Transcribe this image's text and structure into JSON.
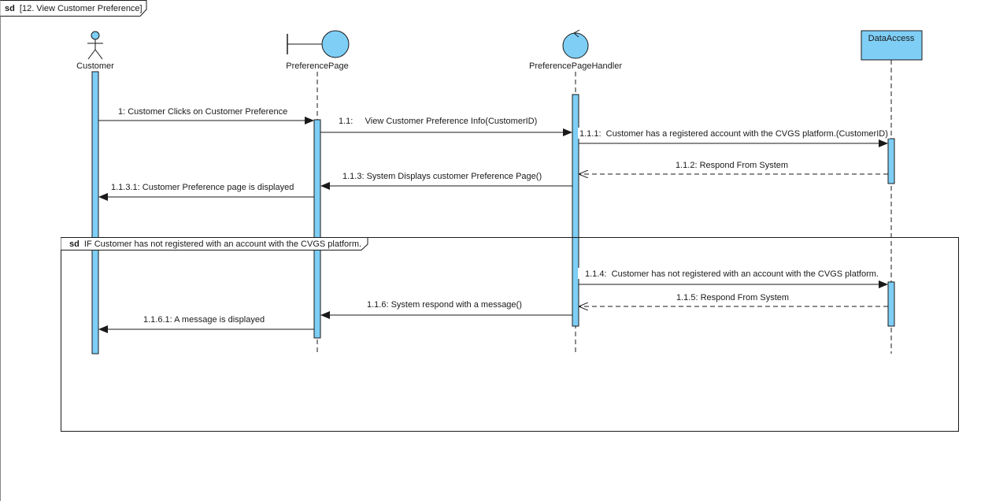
{
  "frame": {
    "keyword": "sd",
    "title": "[12. View Customer Preference]"
  },
  "lifelines": {
    "customer": {
      "name": "Customer",
      "kind": "actor"
    },
    "preference_page": {
      "name": "PreferencePage",
      "kind": "boundary"
    },
    "handler": {
      "name": "PreferencePageHandler",
      "kind": "control"
    },
    "data_access": {
      "name": "DataAccess",
      "kind": "entity-box"
    }
  },
  "fragment": {
    "keyword": "sd",
    "title": "IF Customer has not registered with an account with the CVGS platform."
  },
  "messages": [
    {
      "id": "m1",
      "label": "1: Customer Clicks on Customer Preference",
      "from": "Customer",
      "to": "PreferencePage",
      "style": "sync"
    },
    {
      "id": "m2",
      "label": "1.1:     View Customer Preference Info(CustomerID)",
      "from": "PreferencePage",
      "to": "PreferencePageHandler",
      "style": "sync"
    },
    {
      "id": "m3",
      "label": "1.1.1:  Customer has a registered account with the CVGS platform.(CustomerID)",
      "from": "PreferencePageHandler",
      "to": "DataAccess",
      "style": "sync"
    },
    {
      "id": "m4",
      "label": "1.1.2: Respond From System",
      "from": "DataAccess",
      "to": "PreferencePageHandler",
      "style": "return"
    },
    {
      "id": "m5",
      "label": "1.1.3: System Displays customer Preference Page()",
      "from": "PreferencePageHandler",
      "to": "PreferencePage",
      "style": "sync"
    },
    {
      "id": "m6",
      "label": "1.1.3.1: Customer Preference page is displayed",
      "from": "PreferencePage",
      "to": "Customer",
      "style": "sync"
    },
    {
      "id": "m7",
      "label": "1.1.4:  Customer has not registered with an account with the CVGS platform.",
      "from": "PreferencePageHandler",
      "to": "DataAccess",
      "style": "sync"
    },
    {
      "id": "m8",
      "label": "1.1.5: Respond From System",
      "from": "DataAccess",
      "to": "PreferencePageHandler",
      "style": "return"
    },
    {
      "id": "m9",
      "label": "1.1.6: System respond with a message()",
      "from": "PreferencePageHandler",
      "to": "PreferencePage",
      "style": "sync"
    },
    {
      "id": "m10",
      "label": "1.1.6.1: A message is displayed",
      "from": "PreferencePage",
      "to": "Customer",
      "style": "sync"
    }
  ],
  "colors": {
    "element_fill": "#7ecef6",
    "stroke": "#1a1a1a",
    "background": "#ffffff"
  }
}
